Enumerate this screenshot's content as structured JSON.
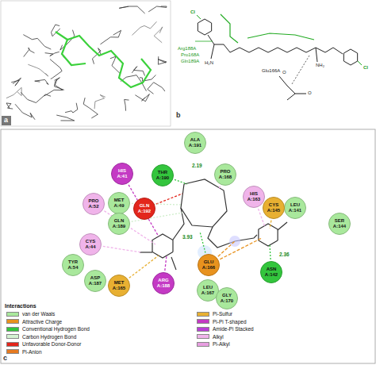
{
  "diagram": {
    "nodes": [
      {
        "text": [
          "ALA A:191"
        ]
      },
      {
        "text": [
          "HIS A:41"
        ]
      },
      {
        "text": [
          "THR A:190"
        ]
      },
      {
        "text": [
          "PRO A:168"
        ]
      },
      {
        "text": [
          "HIS A:163"
        ]
      },
      {
        "text": [
          "LEU A:141"
        ]
      },
      {
        "text": [
          "PRO A:52"
        ]
      },
      {
        "text": [
          "MET A:49"
        ]
      },
      {
        "text": [
          "GLN A:192"
        ]
      },
      {
        "text": [
          "GLN A:189"
        ]
      },
      {
        "text": [
          "CYS A:145"
        ]
      },
      {
        "text": [
          "SER A:144"
        ]
      },
      {
        "text": [
          "CYS A:44"
        ]
      },
      {
        "text": [
          "TYR A:54"
        ]
      },
      {
        "text": [
          "ASP A:187"
        ]
      },
      {
        "text": [
          "MET A:165"
        ]
      },
      {
        "text": [
          "ARG A:188"
        ]
      },
      {
        "text": [
          "GLU A:166"
        ]
      },
      {
        "text": [
          "LEU A:167"
        ]
      },
      {
        "text": [
          "ASN A:142"
        ]
      },
      {
        "text": [
          "GLY A:170"
        ]
      }
    ],
    "edges": [],
    "labels": [
      "a",
      "b",
      "c",
      "Arg188A",
      "Pro168A",
      "Gln189A",
      "Cl",
      "Cl",
      "H₂N",
      "NH₂",
      "Glu166A",
      "O",
      "O",
      "2.19",
      "3.93",
      "2.36",
      "Interactions"
    ],
    "legend": [
      {
        "text": "van der Waals",
        "color": "#a9e89c"
      },
      {
        "text": "Attractive Charge",
        "color": "#e8921e"
      },
      {
        "text": "Conventional Hydrogen Bond",
        "color": "#33c53d"
      },
      {
        "text": "Carbon Hydrogen Bond",
        "color": "#d4f2d2"
      },
      {
        "text": "Unfavorable Donor-Donor",
        "color": "#e3261c"
      },
      {
        "text": "Pi-Anion",
        "color": "#e67a20"
      },
      {
        "text": "Pi-Sulfur",
        "color": "#e8b032"
      },
      {
        "text": "Pi-Pi T-shaped",
        "color": "#c43ac4"
      },
      {
        "text": "Amide-Pi Stacked",
        "color": "#b93fd6"
      },
      {
        "text": "Alkyl",
        "color": "#f0b4ea"
      },
      {
        "text": "Pi-Alkyl",
        "color": "#e79ee0"
      }
    ]
  }
}
